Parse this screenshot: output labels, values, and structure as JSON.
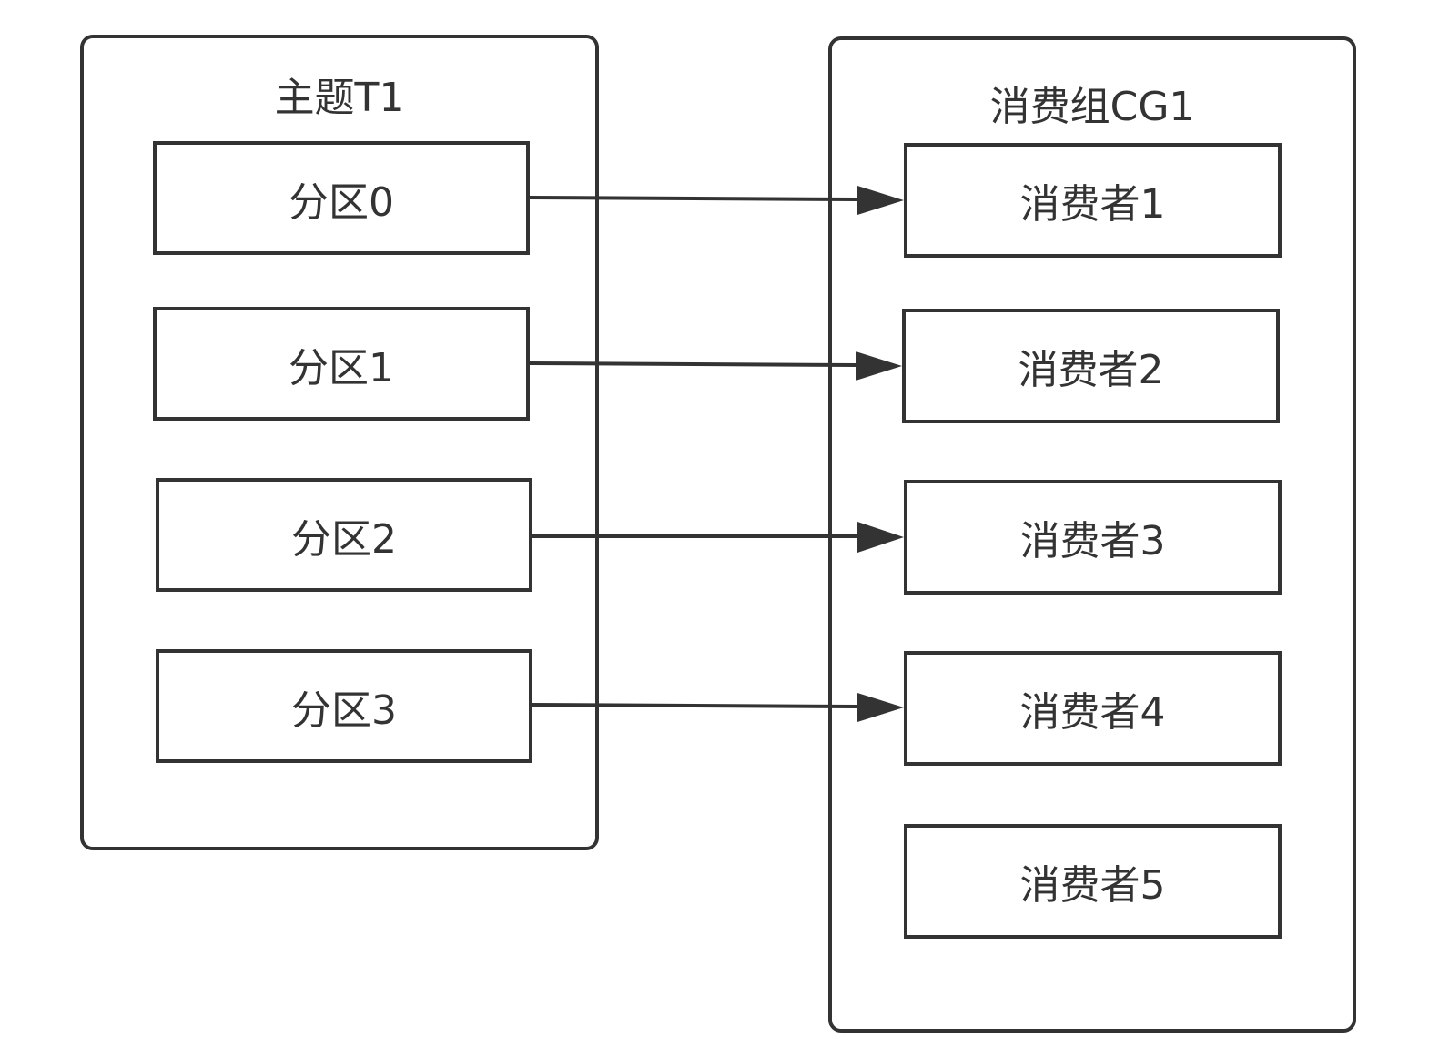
{
  "topic": {
    "title": "主题T1",
    "partitions": [
      "分区0",
      "分区1",
      "分区2",
      "分区3"
    ]
  },
  "consumer_group": {
    "title": "消费组CG1",
    "consumers": [
      "消费者1",
      "消费者2",
      "消费者3",
      "消费者4",
      "消费者5"
    ]
  },
  "connections": [
    {
      "from": "分区0",
      "to": "消费者1"
    },
    {
      "from": "分区1",
      "to": "消费者2"
    },
    {
      "from": "分区2",
      "to": "消费者3"
    },
    {
      "from": "分区3",
      "to": "消费者4"
    }
  ],
  "colors": {
    "stroke": "#333333",
    "background": "#ffffff"
  }
}
